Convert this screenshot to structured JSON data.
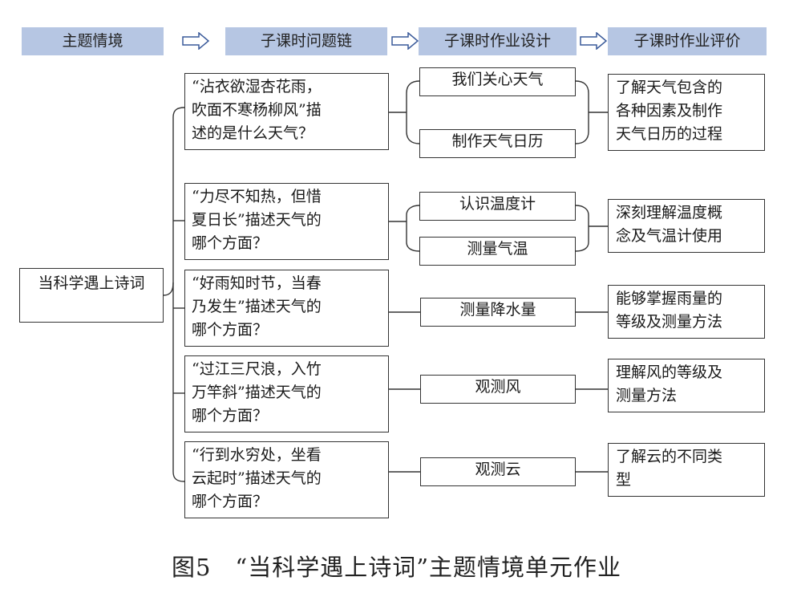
{
  "headers": [
    "主题情境",
    "子课时问题链",
    "子课时作业设计",
    "子课时作业评价"
  ],
  "theme": "当科学遇上诗词",
  "questions": [
    "“沾衣欲湿杏花雨，\n吹面不寒杨柳风”描\n述的是什么天气？",
    "“力尽不知热，但惜\n夏日长”描述天气的\n哪个方面？",
    "“好雨知时节，当春\n乃发生”描述天气的\n哪个方面？",
    "“过江三尺浪，入竹\n万竿斜”描述天气的\n哪个方面？",
    "“行到水穷处，坐看\n云起时”描述天气的\n哪个方面？"
  ],
  "tasks": [
    "我们关心天气",
    "制作天气日历",
    "认识温度计",
    "测量气温",
    "测量降水量",
    "观测风",
    "观测云"
  ],
  "evaluations": [
    "了解天气包含的\n各种因素及制作\n天气日历的过程",
    "深刻理解温度概\n念及气温计使用",
    "能够掌握雨量的\n等级及测量方法",
    "理解风的等级及\n测量方法",
    "了解云的不同类\n型"
  ],
  "caption": "图5　“当科学遇上诗词”主题情境单元作业"
}
